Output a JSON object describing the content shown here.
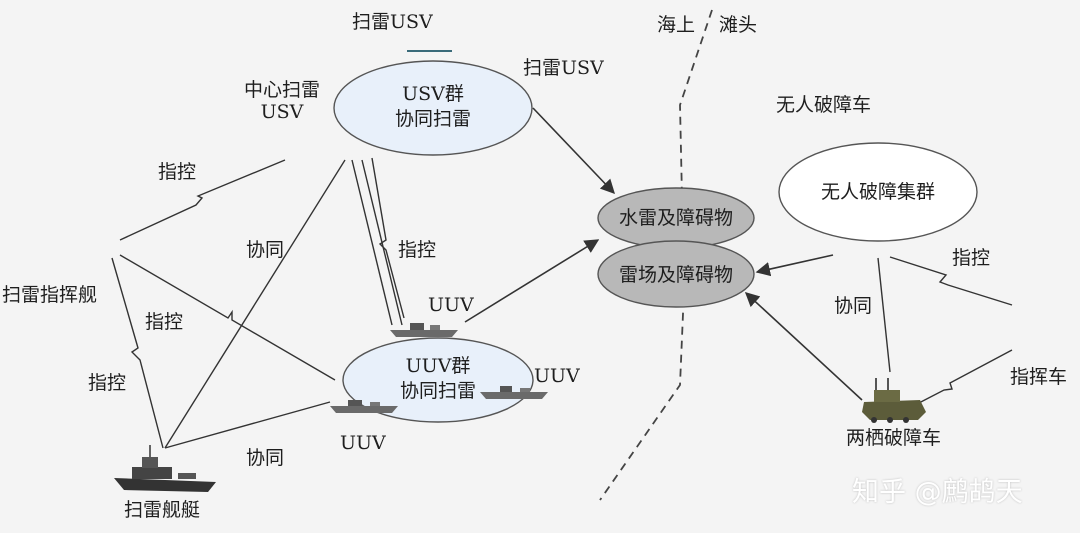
{
  "labels": {
    "sweep_usv_top": "扫雷USV",
    "center_sweep_usv": "中心扫雷\nUSV",
    "sweep_usv_right": "扫雷USV",
    "sea": "海上",
    "beach": "滩头",
    "unmanned_breaker_car": "无人破障车",
    "usv_group": "USV群\n协同扫雷",
    "mine_obstacle": "水雷及障碍物",
    "minefield_obstacle": "雷场及障碍物",
    "breaker_cluster": "无人破障集群",
    "command_ship": "扫雷指挥舰",
    "control_1": "指控",
    "cooperate_1": "协同",
    "control_2": "指控",
    "control_3": "指控",
    "control_4": "指控",
    "uuv_top": "UUV",
    "uuv_group": "UUV群\n协同扫雷",
    "uuv_right": "UUV",
    "uuv_bottom": "UUV",
    "cooperate_2": "协同",
    "sweep_boat": "扫雷舰艇",
    "control_5": "指控",
    "cooperate_3": "协同",
    "command_car": "指挥车",
    "amphibious_breaker": "两栖破障车"
  },
  "watermark": "知乎 @鹧鸪天",
  "colors": {
    "background": "#f4f4f4",
    "usv_fill": "#e8f0fa",
    "uuv_fill": "#e8f0fa",
    "target_fill": "#b8b8b8",
    "cluster_fill": "#ffffff",
    "line": "#333333"
  }
}
